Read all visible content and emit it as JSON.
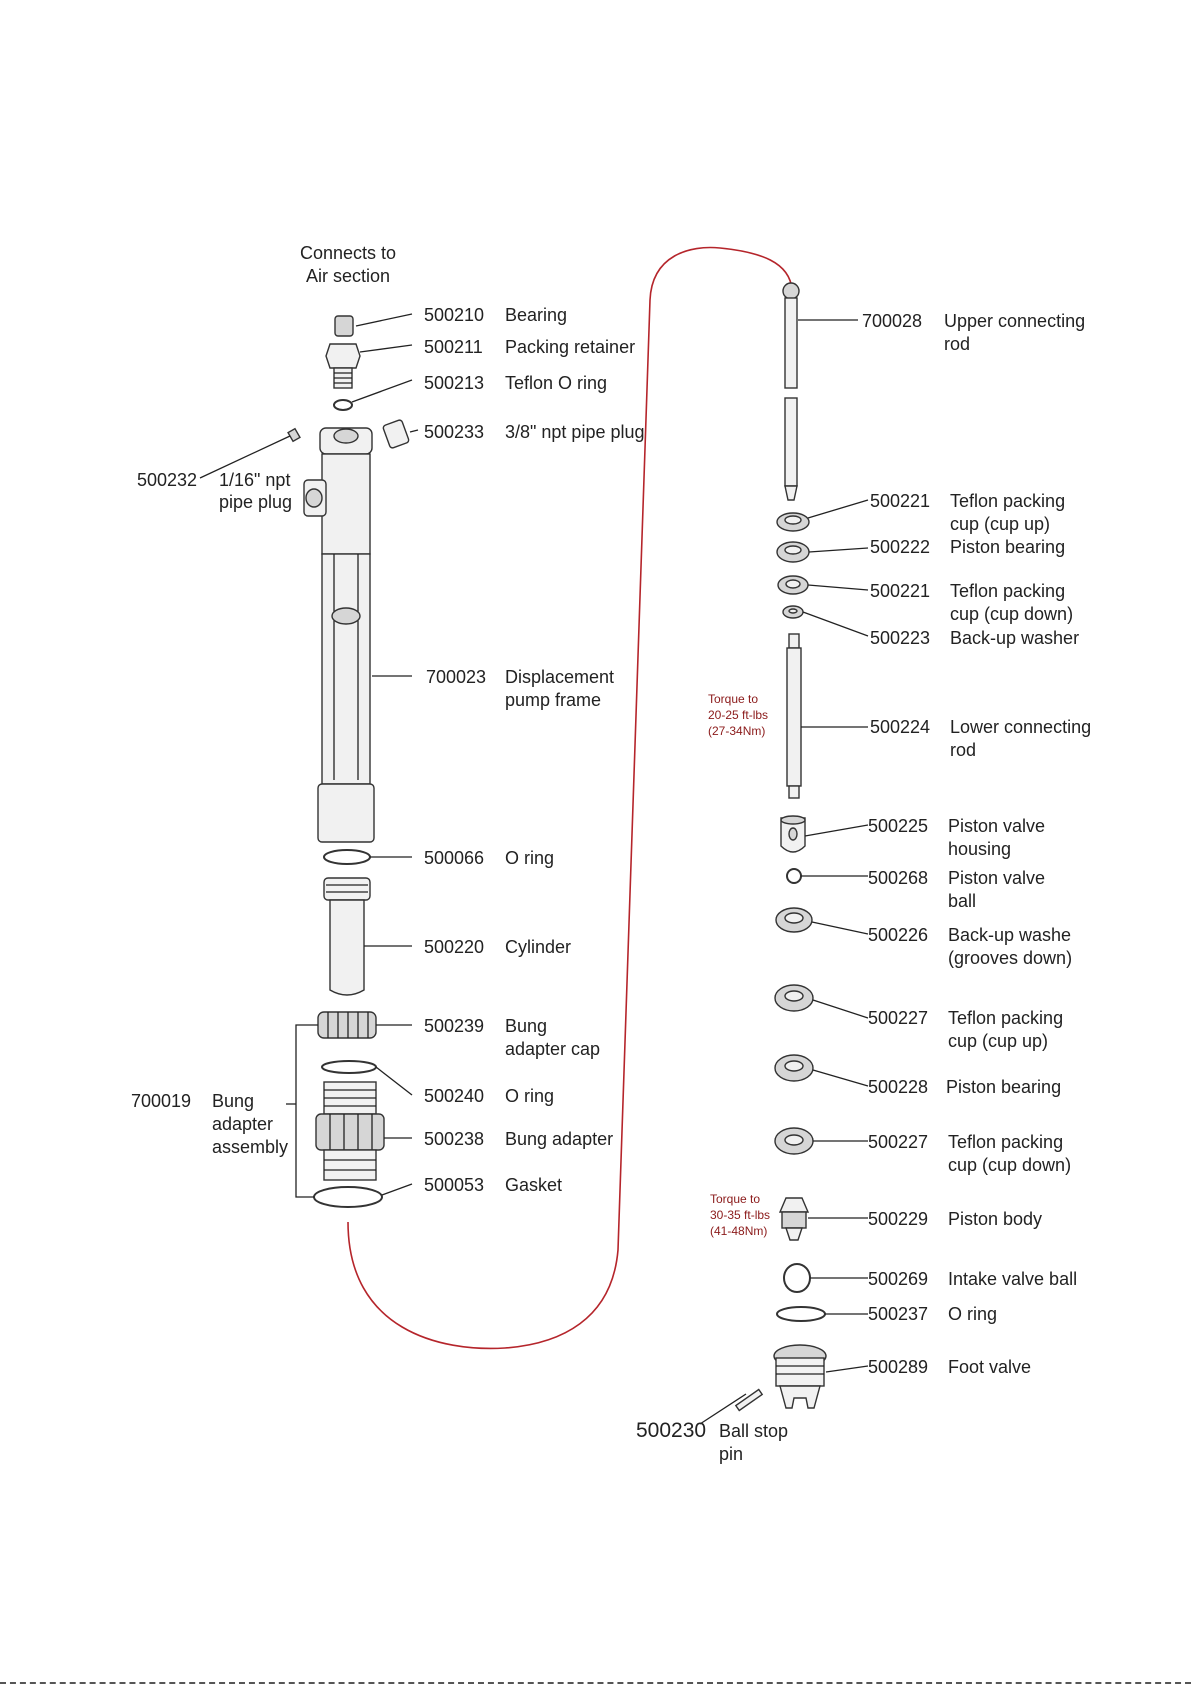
{
  "diagram": {
    "header": [
      "Connects to",
      "Air section"
    ],
    "colors": {
      "connector": "#b5252b",
      "torque_note": "#8b1a1a",
      "line": "#222222"
    },
    "left_callouts": [
      {
        "number": "500210",
        "label": [
          "Bearing"
        ]
      },
      {
        "number": "500211",
        "label": [
          "Packing retainer"
        ]
      },
      {
        "number": "500213",
        "label": [
          "Teflon O ring"
        ]
      },
      {
        "number": "500233",
        "label": [
          "3/8\" npt pipe plug"
        ]
      },
      {
        "number": "500232",
        "label": [
          "1/16\" npt",
          "pipe plug"
        ]
      },
      {
        "number": "700023",
        "label": [
          "Displacement",
          "pump frame"
        ]
      },
      {
        "number": "500066",
        "label": [
          "O ring"
        ]
      },
      {
        "number": "500220",
        "label": [
          "Cylinder"
        ]
      },
      {
        "number": "500239",
        "label": [
          "Bung",
          "adapter cap"
        ]
      },
      {
        "number": "500240",
        "label": [
          "O ring"
        ]
      },
      {
        "number": "500238",
        "label": [
          "Bung adapter"
        ]
      },
      {
        "number": "500053",
        "label": [
          "Gasket"
        ]
      },
      {
        "number": "700019",
        "label": [
          "Bung",
          "adapter",
          "assembly"
        ]
      }
    ],
    "right_callouts": [
      {
        "number": "700028",
        "label": [
          "Upper connecting",
          "rod"
        ]
      },
      {
        "number": "500221",
        "label": [
          "Teflon packing",
          "cup (cup up)"
        ]
      },
      {
        "number": "500222",
        "label": [
          "Piston bearing"
        ]
      },
      {
        "number": "500221",
        "label": [
          "Teflon packing",
          "cup (cup down)"
        ]
      },
      {
        "number": "500223",
        "label": [
          "Back-up washer"
        ]
      },
      {
        "number": "500224",
        "label": [
          "Lower connecting",
          "rod"
        ]
      },
      {
        "number": "500225",
        "label": [
          "Piston valve",
          "housing"
        ]
      },
      {
        "number": "500268",
        "label": [
          "Piston valve",
          "ball"
        ]
      },
      {
        "number": "500226",
        "label": [
          "Back-up washe",
          "(grooves down)"
        ]
      },
      {
        "number": "500227",
        "label": [
          "Teflon packing",
          "cup (cup up)"
        ]
      },
      {
        "number": "500228",
        "label": [
          "Piston bearing"
        ]
      },
      {
        "number": "500227",
        "label": [
          "Teflon packing",
          "cup (cup down)"
        ]
      },
      {
        "number": "500229",
        "label": [
          "Piston body"
        ]
      },
      {
        "number": "500269",
        "label": [
          "Intake valve ball"
        ]
      },
      {
        "number": "500237",
        "label": [
          "O ring"
        ]
      },
      {
        "number": "500289",
        "label": [
          "Foot valve"
        ]
      },
      {
        "number": "500230",
        "label": [
          "Ball stop",
          "pin"
        ]
      }
    ],
    "torque_notes": [
      [
        "Torque to",
        "20-25 ft-lbs",
        "(27-34Nm)"
      ],
      [
        "Torque to",
        "30-35 ft-lbs",
        "(41-48Nm)"
      ]
    ]
  }
}
